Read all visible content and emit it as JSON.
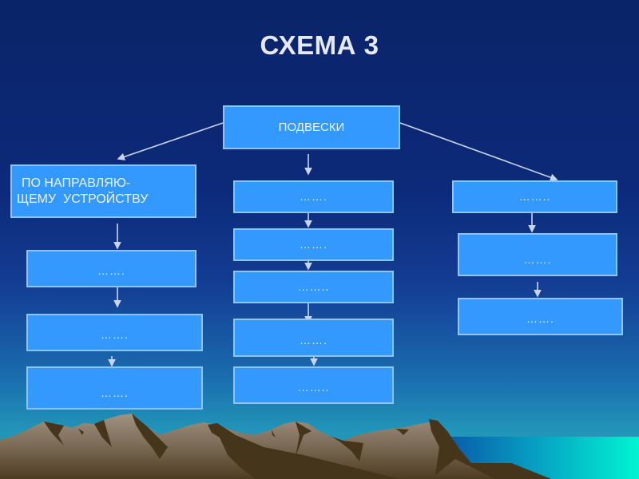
{
  "title": "СХЕМА 3",
  "root": {
    "label": "ПОДВЕСКИ"
  },
  "branches": {
    "left": {
      "label": "ПО НАПРАВЛЯЮ-\nЩЕМУ  УСТРОЙСТВУ",
      "label_line1": "ПО НАПРАВЛЯЮ-",
      "label_line2": "ЩЕМУ  УСТРОЙСТВУ",
      "children": [
        "…….",
        "…….",
        "……."
      ]
    },
    "middle": {
      "children": [
        "…….",
        "…….",
        "……..",
        "…….",
        "…….."
      ]
    },
    "right": {
      "children": [
        "……..",
        "…….",
        "……."
      ]
    }
  },
  "colors": {
    "box_fill": "#3399ff",
    "box_border": "#8ec4f2",
    "background_top": "#0a2468",
    "sea": "#00f0d0",
    "mountain_light": "#8c7d6e",
    "mountain_dark": "#45351a"
  }
}
